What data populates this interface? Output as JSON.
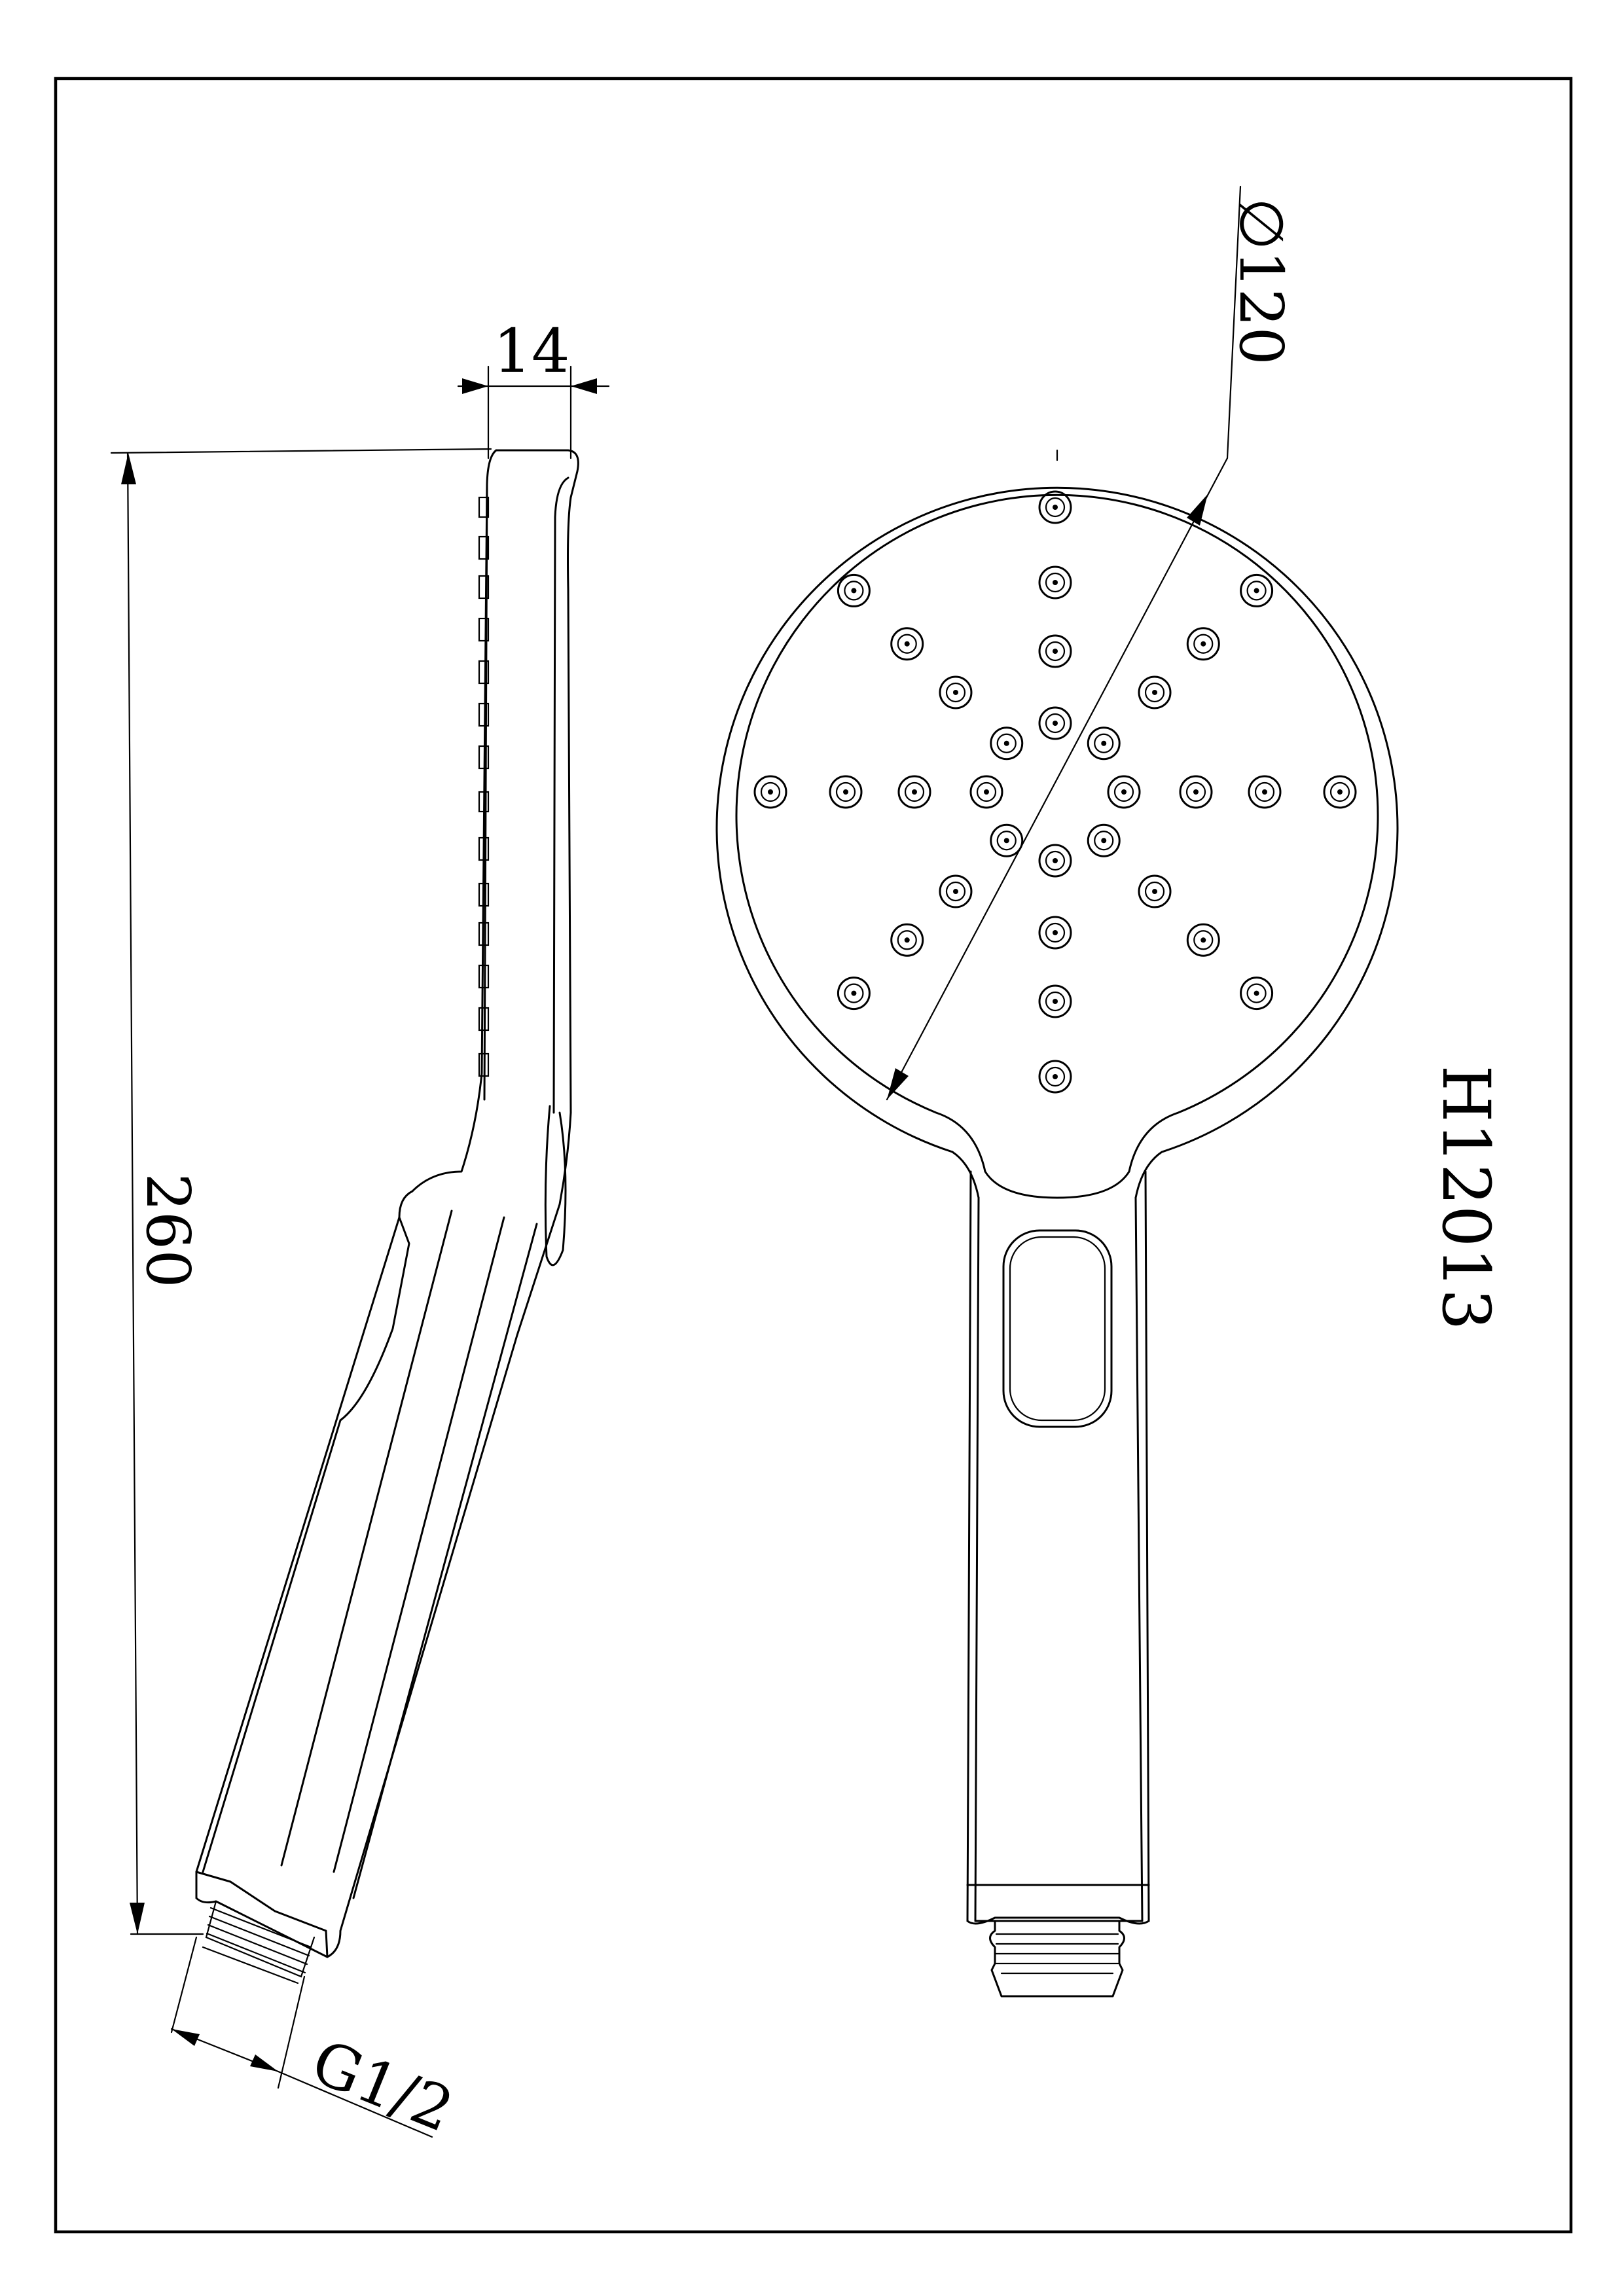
{
  "dimensions": {
    "thickness": "14",
    "diameter": "120",
    "diameter_symbol": "∅",
    "length": "260",
    "thread": "G1/2"
  },
  "model_code": "H12013",
  "colors": {
    "line": "#000000",
    "background": "#ffffff"
  }
}
